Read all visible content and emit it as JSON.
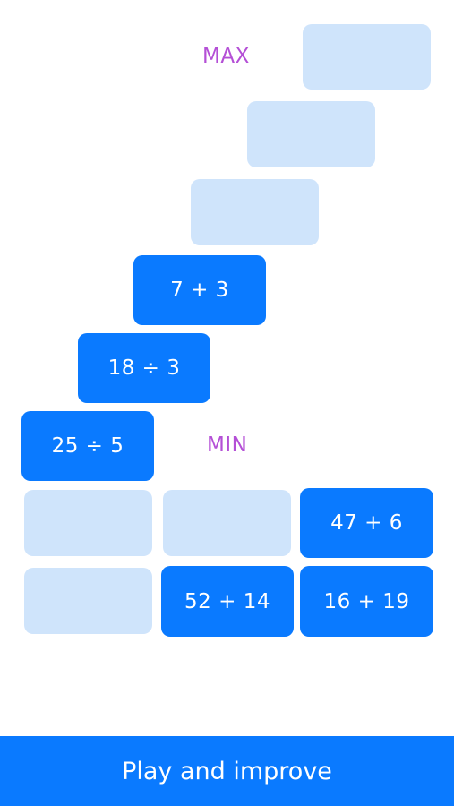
{
  "labels": {
    "max": "MAX",
    "min": "MIN"
  },
  "stair": {
    "tiles": [
      {
        "text": ""
      },
      {
        "text": ""
      },
      {
        "text": ""
      },
      {
        "text": "7 + 3"
      },
      {
        "text": "18 ÷ 3"
      },
      {
        "text": "25 ÷ 5"
      }
    ]
  },
  "pool": {
    "tiles": [
      {
        "text": ""
      },
      {
        "text": ""
      },
      {
        "text": "47 + 6"
      },
      {
        "text": ""
      },
      {
        "text": "52 + 14"
      },
      {
        "text": "16 + 19"
      }
    ]
  },
  "action": {
    "play_label": "Play and improve"
  },
  "colors": {
    "accent": "#0a7aff",
    "empty_slot": "#cfe4fb",
    "label": "#b44fd6",
    "background": "#ffffff"
  }
}
